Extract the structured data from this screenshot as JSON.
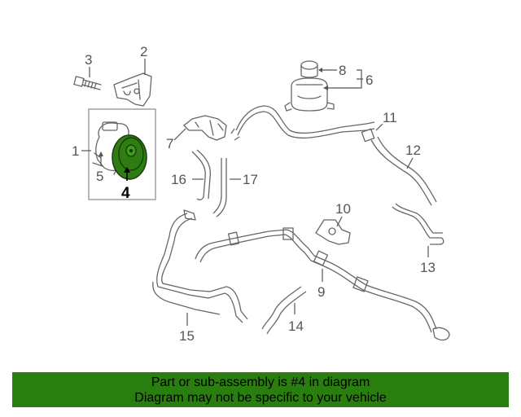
{
  "diagram": {
    "callouts": [
      "1",
      "2",
      "3",
      "4",
      "5",
      "6",
      "7",
      "8",
      "9",
      "10",
      "11",
      "12",
      "13",
      "14",
      "15",
      "16",
      "17"
    ],
    "highlighted_callout": "4",
    "highlight_color": "#2e7d12"
  },
  "footer": {
    "line1": "Part or sub-assembly is #4 in diagram",
    "line2": "Diagram may not be specific to your vehicle",
    "background_color": "#2a7e0f"
  }
}
